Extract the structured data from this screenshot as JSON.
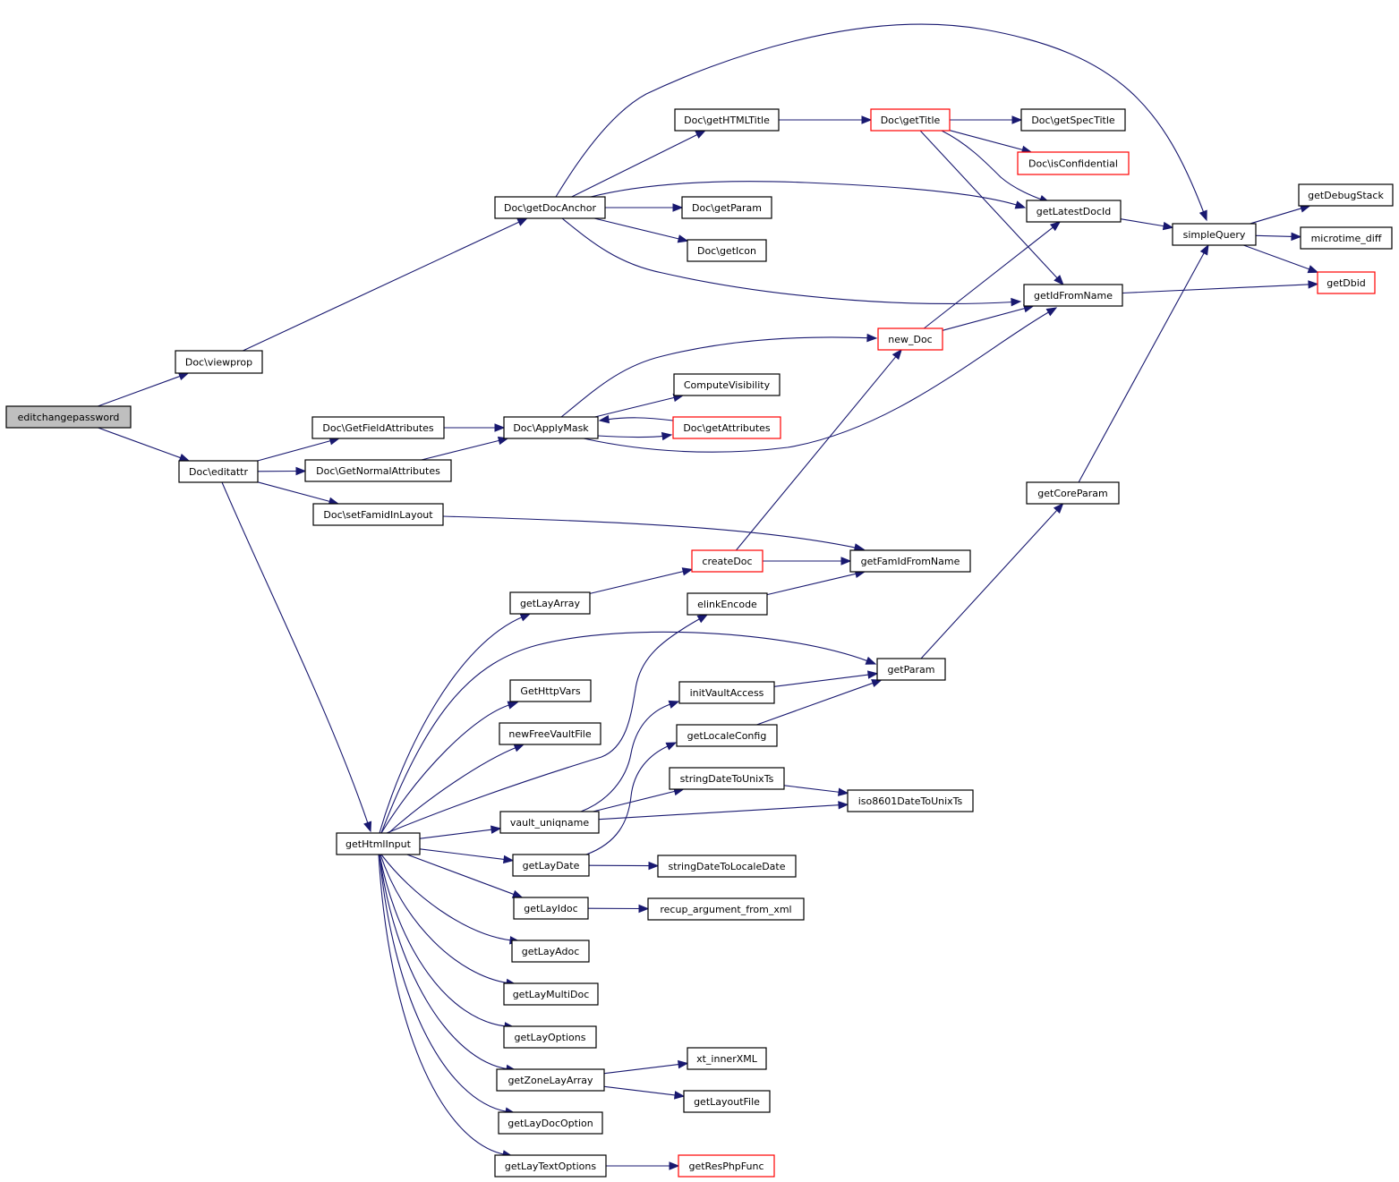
{
  "graph": {
    "root": "editchangepassword",
    "nodes": [
      {
        "id": "editchangepassword",
        "label": "editchangepassword",
        "style": "root"
      },
      {
        "id": "viewprop",
        "label": "Doc\\viewprop",
        "style": "normal"
      },
      {
        "id": "editattr",
        "label": "Doc\\editattr",
        "style": "normal"
      },
      {
        "id": "getDocAnchor",
        "label": "Doc\\getDocAnchor",
        "style": "normal"
      },
      {
        "id": "getHTMLTitle",
        "label": "Doc\\getHTMLTitle",
        "style": "normal"
      },
      {
        "id": "getTitle",
        "label": "Doc\\getTitle",
        "style": "red"
      },
      {
        "id": "getSpecTitle",
        "label": "Doc\\getSpecTitle",
        "style": "normal"
      },
      {
        "id": "isConfidential",
        "label": "Doc\\isConfidential",
        "style": "red"
      },
      {
        "id": "docGetParam",
        "label": "Doc\\getParam",
        "style": "normal"
      },
      {
        "id": "getIcon",
        "label": "Doc\\getIcon",
        "style": "normal"
      },
      {
        "id": "getLatestDocId",
        "label": "getLatestDocId",
        "style": "normal"
      },
      {
        "id": "simpleQuery",
        "label": "simpleQuery",
        "style": "normal"
      },
      {
        "id": "getDebugStack",
        "label": "getDebugStack",
        "style": "normal"
      },
      {
        "id": "microtime_diff",
        "label": "microtime_diff",
        "style": "normal"
      },
      {
        "id": "getDbid",
        "label": "getDbid",
        "style": "red"
      },
      {
        "id": "getIdFromName",
        "label": "getIdFromName",
        "style": "normal"
      },
      {
        "id": "new_Doc",
        "label": "new_Doc",
        "style": "red"
      },
      {
        "id": "ComputeVisibility",
        "label": "ComputeVisibility",
        "style": "normal"
      },
      {
        "id": "getAttributes",
        "label": "Doc\\getAttributes",
        "style": "red"
      },
      {
        "id": "ApplyMask",
        "label": "Doc\\ApplyMask",
        "style": "normal"
      },
      {
        "id": "GetFieldAttributes",
        "label": "Doc\\GetFieldAttributes",
        "style": "normal"
      },
      {
        "id": "GetNormalAttributes",
        "label": "Doc\\GetNormalAttributes",
        "style": "normal"
      },
      {
        "id": "setFamidInLayout",
        "label": "Doc\\setFamidInLayout",
        "style": "normal"
      },
      {
        "id": "getCoreParam",
        "label": "getCoreParam",
        "style": "normal"
      },
      {
        "id": "createDoc",
        "label": "createDoc",
        "style": "red"
      },
      {
        "id": "getFamIdFromName",
        "label": "getFamIdFromName",
        "style": "normal"
      },
      {
        "id": "getLayArray",
        "label": "getLayArray",
        "style": "normal"
      },
      {
        "id": "elinkEncode",
        "label": "elinkEncode",
        "style": "normal"
      },
      {
        "id": "getParam",
        "label": "getParam",
        "style": "normal"
      },
      {
        "id": "GetHttpVars",
        "label": "GetHttpVars",
        "style": "normal"
      },
      {
        "id": "initVaultAccess",
        "label": "initVaultAccess",
        "style": "normal"
      },
      {
        "id": "newFreeVaultFile",
        "label": "newFreeVaultFile",
        "style": "normal"
      },
      {
        "id": "getLocaleConfig",
        "label": "getLocaleConfig",
        "style": "normal"
      },
      {
        "id": "stringDateToUnixTs",
        "label": "stringDateToUnixTs",
        "style": "normal"
      },
      {
        "id": "iso8601DateToUnixTs",
        "label": "iso8601DateToUnixTs",
        "style": "normal"
      },
      {
        "id": "vault_uniqname",
        "label": "vault_uniqname",
        "style": "normal"
      },
      {
        "id": "getHtmlInput",
        "label": "getHtmlInput",
        "style": "normal"
      },
      {
        "id": "getLayDate",
        "label": "getLayDate",
        "style": "normal"
      },
      {
        "id": "stringDateToLocaleDate",
        "label": "stringDateToLocaleDate",
        "style": "normal"
      },
      {
        "id": "getLayIdoc",
        "label": "getLayIdoc",
        "style": "normal"
      },
      {
        "id": "recup_argument_from_xml",
        "label": "recup_argument_from_xml",
        "style": "normal"
      },
      {
        "id": "getLayAdoc",
        "label": "getLayAdoc",
        "style": "normal"
      },
      {
        "id": "getLayMultiDoc",
        "label": "getLayMultiDoc",
        "style": "normal"
      },
      {
        "id": "getLayOptions",
        "label": "getLayOptions",
        "style": "normal"
      },
      {
        "id": "xt_innerXML",
        "label": "xt_innerXML",
        "style": "normal"
      },
      {
        "id": "getZoneLayArray",
        "label": "getZoneLayArray",
        "style": "normal"
      },
      {
        "id": "getLayoutFile",
        "label": "getLayoutFile",
        "style": "normal"
      },
      {
        "id": "getLayDocOption",
        "label": "getLayDocOption",
        "style": "normal"
      },
      {
        "id": "getLayTextOptions",
        "label": "getLayTextOptions",
        "style": "normal"
      },
      {
        "id": "getResPhpFunc",
        "label": "getResPhpFunc",
        "style": "red"
      }
    ],
    "edges": [
      [
        "editchangepassword",
        "viewprop"
      ],
      [
        "editchangepassword",
        "editattr"
      ],
      [
        "viewprop",
        "getDocAnchor"
      ],
      [
        "getDocAnchor",
        "getHTMLTitle"
      ],
      [
        "getDocAnchor",
        "simpleQuery"
      ],
      [
        "getDocAnchor",
        "getLatestDocId"
      ],
      [
        "getDocAnchor",
        "docGetParam"
      ],
      [
        "getDocAnchor",
        "getIcon"
      ],
      [
        "getDocAnchor",
        "getIdFromName"
      ],
      [
        "getHTMLTitle",
        "getTitle"
      ],
      [
        "getTitle",
        "getSpecTitle"
      ],
      [
        "getTitle",
        "isConfidential"
      ],
      [
        "getTitle",
        "getLatestDocId"
      ],
      [
        "getTitle",
        "getIdFromName"
      ],
      [
        "getLatestDocId",
        "simpleQuery"
      ],
      [
        "simpleQuery",
        "getDebugStack"
      ],
      [
        "simpleQuery",
        "microtime_diff"
      ],
      [
        "simpleQuery",
        "getDbid"
      ],
      [
        "getIdFromName",
        "getDbid"
      ],
      [
        "new_Doc",
        "getLatestDocId"
      ],
      [
        "new_Doc",
        "getIdFromName"
      ],
      [
        "editattr",
        "GetFieldAttributes"
      ],
      [
        "editattr",
        "GetNormalAttributes"
      ],
      [
        "editattr",
        "setFamidInLayout"
      ],
      [
        "editattr",
        "getHtmlInput"
      ],
      [
        "GetFieldAttributes",
        "ApplyMask"
      ],
      [
        "GetNormalAttributes",
        "ApplyMask"
      ],
      [
        "ApplyMask",
        "new_Doc"
      ],
      [
        "ApplyMask",
        "ComputeVisibility"
      ],
      [
        "ApplyMask",
        "getAttributes"
      ],
      [
        "getAttributes",
        "ApplyMask"
      ],
      [
        "ApplyMask",
        "getIdFromName"
      ],
      [
        "setFamidInLayout",
        "getFamIdFromName"
      ],
      [
        "getCoreParam",
        "simpleQuery"
      ],
      [
        "createDoc",
        "new_Doc"
      ],
      [
        "createDoc",
        "getFamIdFromName"
      ],
      [
        "elinkEncode",
        "getFamIdFromName"
      ],
      [
        "getLayArray",
        "createDoc"
      ],
      [
        "getParam",
        "getCoreParam"
      ],
      [
        "initVaultAccess",
        "getParam"
      ],
      [
        "getLocaleConfig",
        "getParam"
      ],
      [
        "stringDateToUnixTs",
        "iso8601DateToUnixTs"
      ],
      [
        "vault_uniqname",
        "initVaultAccess"
      ],
      [
        "vault_uniqname",
        "stringDateToUnixTs"
      ],
      [
        "vault_uniqname",
        "iso8601DateToUnixTs"
      ],
      [
        "getHtmlInput",
        "getLayArray"
      ],
      [
        "getHtmlInput",
        "getParam"
      ],
      [
        "getHtmlInput",
        "elinkEncode"
      ],
      [
        "getHtmlInput",
        "GetHttpVars"
      ],
      [
        "getHtmlInput",
        "newFreeVaultFile"
      ],
      [
        "getHtmlInput",
        "vault_uniqname"
      ],
      [
        "getHtmlInput",
        "getLayDate"
      ],
      [
        "getHtmlInput",
        "getLayIdoc"
      ],
      [
        "getHtmlInput",
        "getLayAdoc"
      ],
      [
        "getHtmlInput",
        "getLayMultiDoc"
      ],
      [
        "getHtmlInput",
        "getLayOptions"
      ],
      [
        "getHtmlInput",
        "getZoneLayArray"
      ],
      [
        "getHtmlInput",
        "getLayDocOption"
      ],
      [
        "getHtmlInput",
        "getLayTextOptions"
      ],
      [
        "getLayDate",
        "getLocaleConfig"
      ],
      [
        "getLayDate",
        "stringDateToLocaleDate"
      ],
      [
        "getLayIdoc",
        "recup_argument_from_xml"
      ],
      [
        "getZoneLayArray",
        "xt_innerXML"
      ],
      [
        "getZoneLayArray",
        "getLayoutFile"
      ],
      [
        "getLayTextOptions",
        "getResPhpFunc"
      ]
    ]
  },
  "colors": {
    "edge": "#191970",
    "node_border": "#000000",
    "node_border_highlight": "#ff0000",
    "root_fill": "#bfbfbf",
    "background": "#ffffff"
  }
}
